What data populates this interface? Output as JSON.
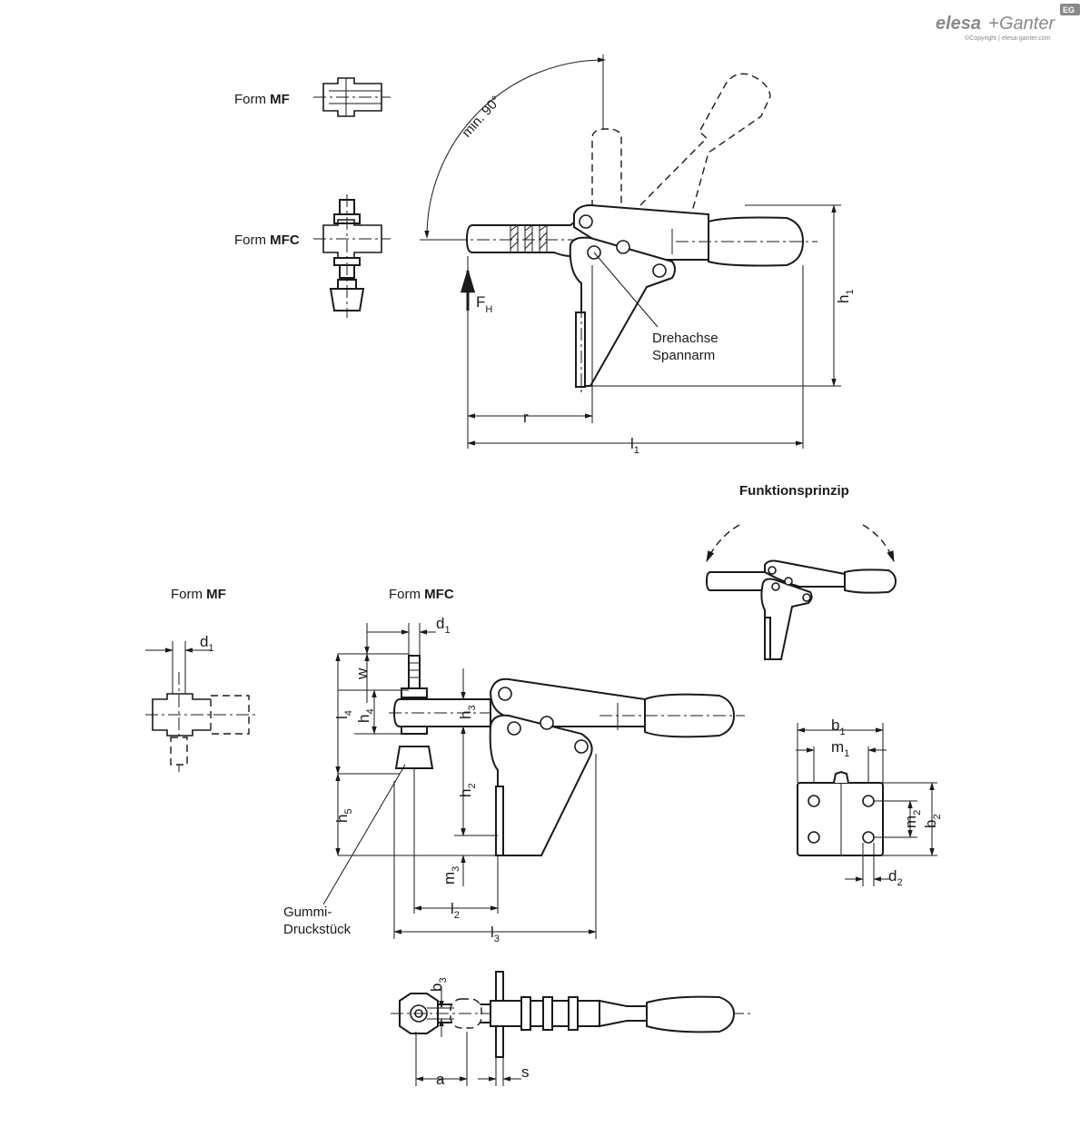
{
  "brand": {
    "name_a": "elesa",
    "name_plus": "+",
    "name_b": "Ganter",
    "badge": "EG",
    "copyright": "©Copyright | elesa-ganter.com"
  },
  "top_view": {
    "form_mf_prefix": "Form ",
    "form_mf_code": "MF",
    "form_mfc_prefix": "Form ",
    "form_mfc_code": "MFC",
    "angle_label": "min. 90°",
    "force_label": "F",
    "force_sub": "H",
    "axis_label_1": "Drehachse",
    "axis_label_2": "Spannarm",
    "dim_r": "r",
    "dim_l1": "l",
    "dim_l1_sub": "1",
    "dim_h1": "h",
    "dim_h1_sub": "1"
  },
  "principle": {
    "title": "Funktionsprinzip"
  },
  "side_view": {
    "form_mf_prefix": "Form ",
    "form_mf_code": "MF",
    "form_mfc_prefix": "Form ",
    "form_mfc_code": "MFC",
    "dim_d1": "d",
    "dim_d1_sub": "1",
    "dim_d1b": "d",
    "dim_d1b_sub": "1",
    "dim_w": "w",
    "dim_l4": "l",
    "dim_l4_sub": "4",
    "dim_h4": "h",
    "dim_h4_sub": "4",
    "dim_h3": "h",
    "dim_h3_sub": "3",
    "dim_h2": "h",
    "dim_h2_sub": "2",
    "dim_h5": "h",
    "dim_h5_sub": "5",
    "dim_m3": "m",
    "dim_m3_sub": "3",
    "dim_l2": "l",
    "dim_l2_sub": "2",
    "dim_l3": "l",
    "dim_l3_sub": "3",
    "rubber_1": "Gummi-",
    "rubber_2": "Druckstück"
  },
  "base_plate": {
    "dim_b1": "b",
    "dim_b1_sub": "1",
    "dim_m1": "m",
    "dim_m1_sub": "1",
    "dim_m2": "m",
    "dim_m2_sub": "2",
    "dim_b2": "b",
    "dim_b2_sub": "2",
    "dim_d2": "d",
    "dim_d2_sub": "2"
  },
  "bottom_view": {
    "dim_b3": "b",
    "dim_b3_sub": "3",
    "dim_a": "a",
    "dim_s": "s"
  }
}
